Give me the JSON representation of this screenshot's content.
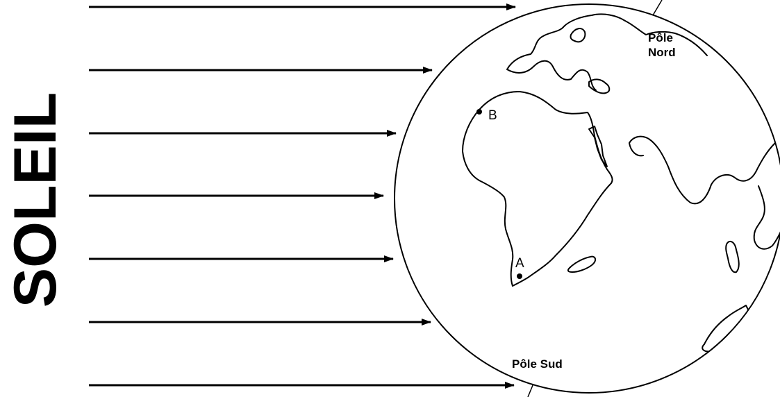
{
  "sun": {
    "label": "SOLEIL"
  },
  "rays": {
    "count": 7
  },
  "earth": {
    "north_pole_label_line1": "Pôle",
    "north_pole_label_line2": "Nord",
    "south_pole_label": "Pôle Sud",
    "point_a_label": "A",
    "point_b_label": "B"
  },
  "colors": {
    "ink": "#000000",
    "background": "#ffffff"
  }
}
